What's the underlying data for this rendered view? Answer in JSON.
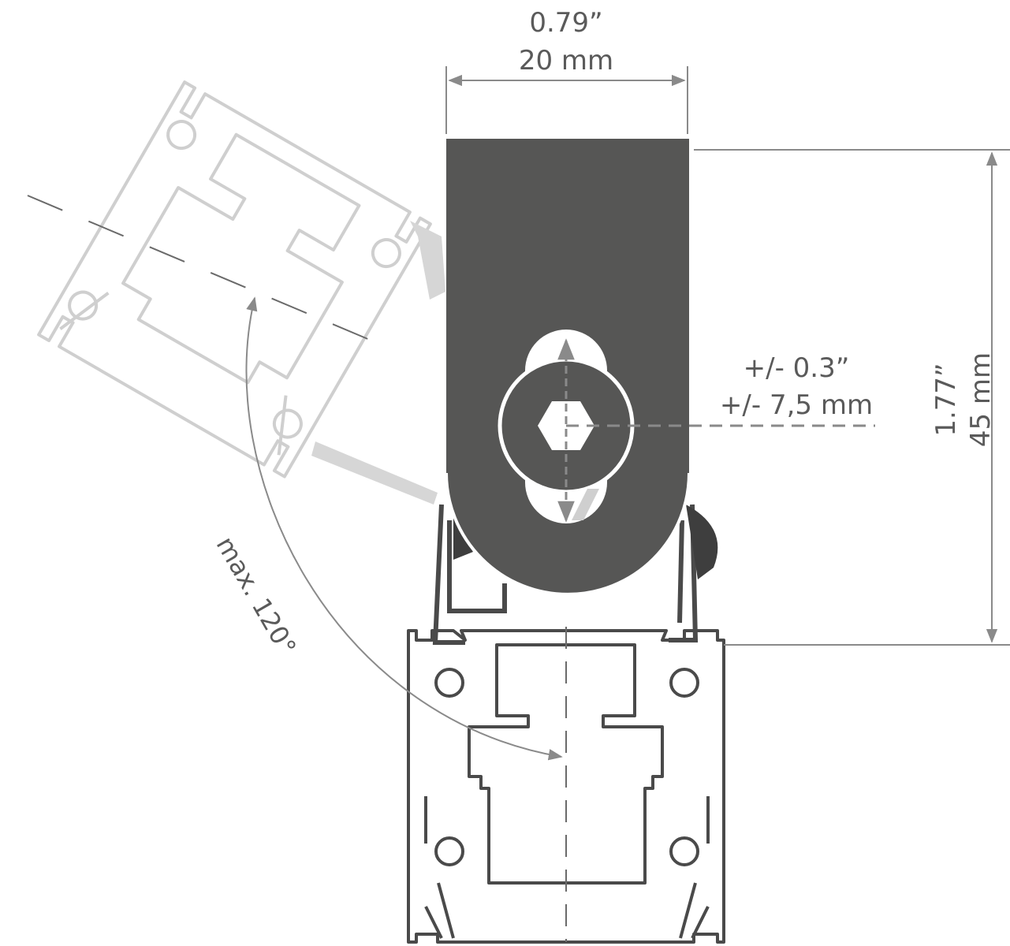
{
  "dimensions": {
    "width_in": "0.79”",
    "width_mm": "20 mm",
    "height_in": "1.77”",
    "height_mm": "45 mm",
    "adjust_in": "+/- 0.3”",
    "adjust_mm": "+/- 7,5 mm",
    "tilt": "max. 120°"
  },
  "colors": {
    "bracket": "#565655",
    "profile_line": "#4a4a4a",
    "ghost_line": "#cfcfcf",
    "dim_line": "#8a8a8a",
    "text": "#5a5a5a"
  }
}
